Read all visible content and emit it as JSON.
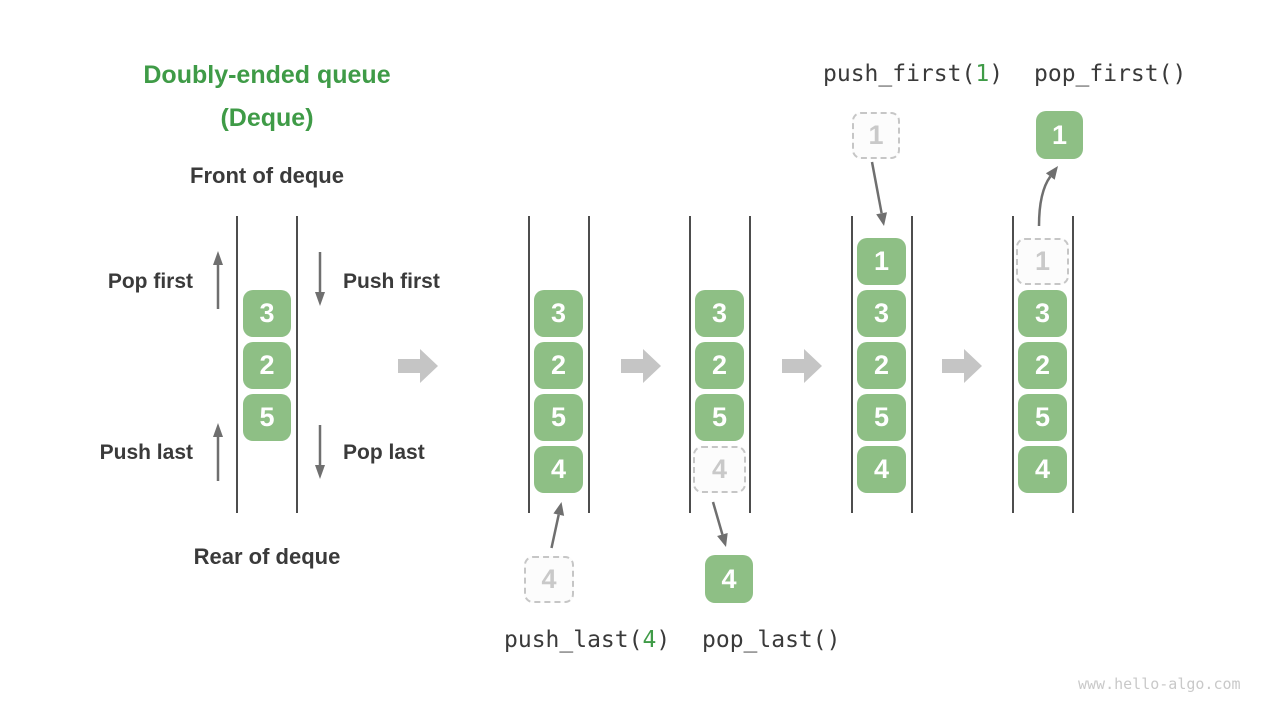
{
  "title": {
    "line1": "Doubly-ended queue",
    "line2": "(Deque)"
  },
  "intro": {
    "front_label": "Front of deque",
    "rear_label": "Rear of deque",
    "pop_first_label": "Pop first",
    "push_first_label": "Push first",
    "push_last_label": "Push last",
    "pop_last_label": "Pop last",
    "cells": [
      {
        "value": "3"
      },
      {
        "value": "2"
      },
      {
        "value": "5"
      }
    ]
  },
  "states": [
    {
      "cells": [
        {
          "value": "3",
          "ghost": false
        },
        {
          "value": "2",
          "ghost": false
        },
        {
          "value": "5",
          "ghost": false
        },
        {
          "value": "4",
          "ghost": false
        }
      ]
    },
    {
      "cells": [
        {
          "value": "3",
          "ghost": false
        },
        {
          "value": "2",
          "ghost": false
        },
        {
          "value": "5",
          "ghost": false
        },
        {
          "value": "4",
          "ghost": true
        }
      ]
    },
    {
      "cells": [
        {
          "value": "1",
          "ghost": false
        },
        {
          "value": "3",
          "ghost": false
        },
        {
          "value": "2",
          "ghost": false
        },
        {
          "value": "5",
          "ghost": false
        },
        {
          "value": "4",
          "ghost": false
        }
      ]
    },
    {
      "cells": [
        {
          "value": "1",
          "ghost": true
        },
        {
          "value": "3",
          "ghost": false
        },
        {
          "value": "2",
          "ghost": false
        },
        {
          "value": "5",
          "ghost": false
        },
        {
          "value": "4",
          "ghost": false
        }
      ]
    }
  ],
  "operations": {
    "push_last": {
      "prefix": "push_last(",
      "arg": "4",
      "suffix": ")",
      "float_value": "4"
    },
    "pop_last": {
      "text": "pop_last()",
      "float_value": "4"
    },
    "push_first": {
      "prefix": "push_first(",
      "arg": "1",
      "suffix": ")",
      "float_value": "1"
    },
    "pop_first": {
      "text": "pop_first()",
      "float_value": "1"
    }
  },
  "watermark": "www.hello-algo.com",
  "colors": {
    "title_green": "#3f9b47",
    "box_green": "#8ebf85",
    "box_text": "#ffffff",
    "ghost_border": "#c6c6c6",
    "ghost_text": "#c9c9c9",
    "ghost_bg": "#fcfcfc",
    "line_gray": "#4d4d4d",
    "thin_arrow_gray": "#6f6f6f",
    "block_arrow_gray": "#c5c5c5",
    "text_dark": "#3a3a3a",
    "watermark_gray": "#c9c9c9"
  }
}
